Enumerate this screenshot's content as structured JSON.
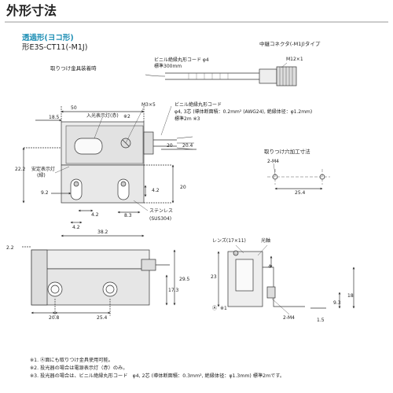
{
  "title": "外形寸法",
  "subtitle": "透過形(ヨコ形)",
  "model": "形E3S-CT11(-M1J)",
  "labels": {
    "mount_state": "取りつけ金具装着時",
    "relay_connector": "中継コネクタ(-M1J)タイプ",
    "cable_top": "ビニル絶縁丸形コード φ4",
    "cable_top_len": "標準300mm",
    "m12": "M12×1",
    "cable_main": "ビニル絶縁丸形コード",
    "cable_main_spec": "φ4, 3芯 (導体断面積：0.2mm² (AWG24), 絶縁体径：φ1.2mm)",
    "cable_main_len": "標準2m ※3",
    "light_indicator": "入光表示灯(赤)",
    "note_mark2": "※2",
    "m3x5": "M3×5",
    "stable_indicator": "安定表示灯",
    "stable_color": "(緑)",
    "stainless": "ステンレス",
    "sus": "(SUS304)",
    "mount_hole": "取りつけ穴加工寸法",
    "m4": "2-M4",
    "m4_side": "2-M4",
    "lens": "レンズ(17×11)",
    "optical_axis": "光軸",
    "mark_a": "Ⓐ",
    "mark_1": "※1"
  },
  "dims": {
    "d50": "50",
    "d18_5": "18.5",
    "d20": "20",
    "d20_4": "20.4",
    "d22_2": "22.2",
    "d9_2": "9.2",
    "d4_2a": "4.2",
    "d4_2b": "4.2",
    "d4_2c": "4.2",
    "d8_3": "8.3",
    "d20b": "20",
    "d38_2": "38.2",
    "d25_4_hole": "25.4",
    "d2_2": "2.2",
    "d29_5": "29.5",
    "d17_3": "17.3",
    "d20_8": "20.8",
    "d25_4_bottom": "25.4",
    "d23": "23",
    "d4": "4",
    "d9_3": "9.3",
    "d18": "18",
    "d1_5": "1.5"
  },
  "notes": [
    "※1. Ⓐ面にも取りつけ金具使用可能。",
    "※2. 投光器の場合は電源表示灯（赤）のみ。",
    "※3. 投光器の場合は、ビニル絶縁丸形コード　φ4, 2芯 (導体断面積：0.3mm², 絶縁体径：φ1.3mm) 標準2mです。"
  ]
}
